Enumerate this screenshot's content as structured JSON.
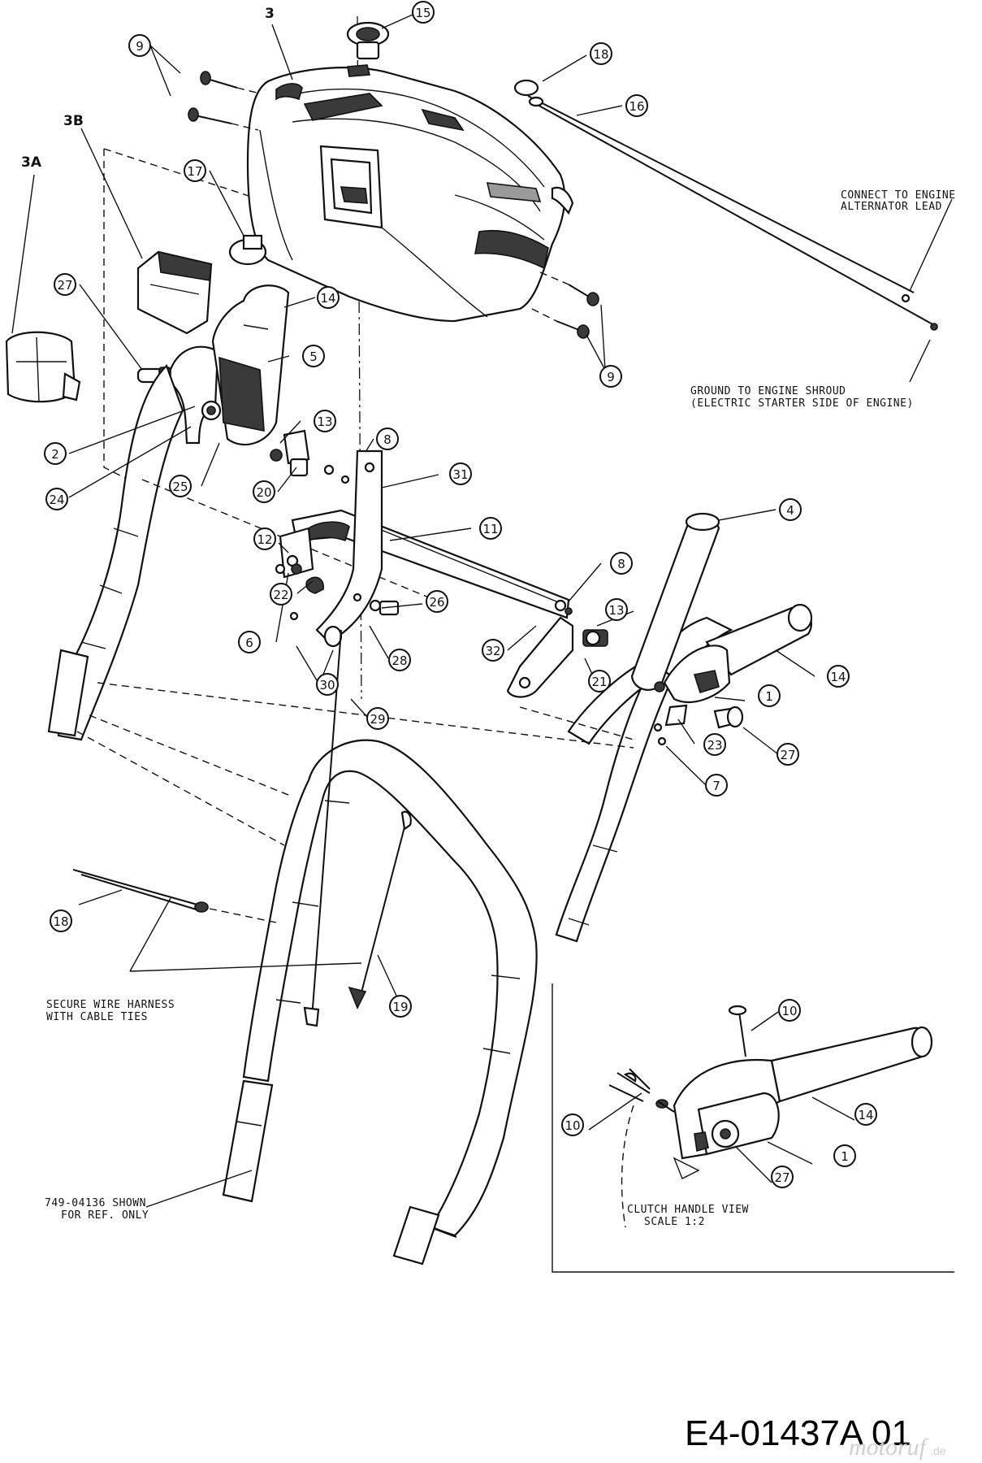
{
  "callouts": [
    {
      "id": "15a",
      "text": "15"
    },
    {
      "id": "9a",
      "text": "9"
    },
    {
      "id": "18a",
      "text": "18"
    },
    {
      "id": "16a",
      "text": "16"
    },
    {
      "id": "17a",
      "text": "17"
    },
    {
      "id": "27a",
      "text": "27"
    },
    {
      "id": "14a",
      "text": "14"
    },
    {
      "id": "5a",
      "text": "5"
    },
    {
      "id": "9b",
      "text": "9"
    },
    {
      "id": "2a",
      "text": "2"
    },
    {
      "id": "13a",
      "text": "13"
    },
    {
      "id": "8a",
      "text": "8"
    },
    {
      "id": "24a",
      "text": "24"
    },
    {
      "id": "25a",
      "text": "25"
    },
    {
      "id": "20a",
      "text": "20"
    },
    {
      "id": "31a",
      "text": "31"
    },
    {
      "id": "11a",
      "text": "11"
    },
    {
      "id": "4a",
      "text": "4"
    },
    {
      "id": "12a",
      "text": "12"
    },
    {
      "id": "22a",
      "text": "22"
    },
    {
      "id": "8b",
      "text": "8"
    },
    {
      "id": "26a",
      "text": "26"
    },
    {
      "id": "13b",
      "text": "13"
    },
    {
      "id": "6a",
      "text": "6"
    },
    {
      "id": "32a",
      "text": "32"
    },
    {
      "id": "28a",
      "text": "28"
    },
    {
      "id": "21a",
      "text": "21"
    },
    {
      "id": "14b",
      "text": "14"
    },
    {
      "id": "30a",
      "text": "30"
    },
    {
      "id": "1a",
      "text": "1"
    },
    {
      "id": "29a",
      "text": "29"
    },
    {
      "id": "23a",
      "text": "23"
    },
    {
      "id": "27b",
      "text": "27"
    },
    {
      "id": "7a",
      "text": "7"
    },
    {
      "id": "18b",
      "text": "18"
    },
    {
      "id": "19a",
      "text": "19"
    },
    {
      "id": "10a",
      "text": "10"
    },
    {
      "id": "10b",
      "text": "10"
    },
    {
      "id": "14c",
      "text": "14"
    },
    {
      "id": "1b",
      "text": "1"
    },
    {
      "id": "27c",
      "text": "27"
    }
  ],
  "plain_labels": {
    "l3": "3",
    "l3b": "3B",
    "l3a": "3A"
  },
  "notes": {
    "engine_lead_1": "CONNECT TO ENGINE",
    "engine_lead_2": "ALTERNATOR LEAD",
    "ground_1": "GROUND TO ENGINE SHROUD",
    "ground_2": "(ELECTRIC STARTER SIDE OF ENGINE)",
    "harness_1": "SECURE WIRE HARNESS",
    "harness_2": "WITH CABLE TIES",
    "ref_1": "749-04136 SHOWN",
    "ref_2": "FOR REF. ONLY",
    "clutch_1": "CLUTCH HANDLE VIEW",
    "clutch_2": "SCALE 1:2"
  },
  "document_id": "E4-01437A 01",
  "watermark": "motoruf",
  "watermark_suffix": ".de"
}
